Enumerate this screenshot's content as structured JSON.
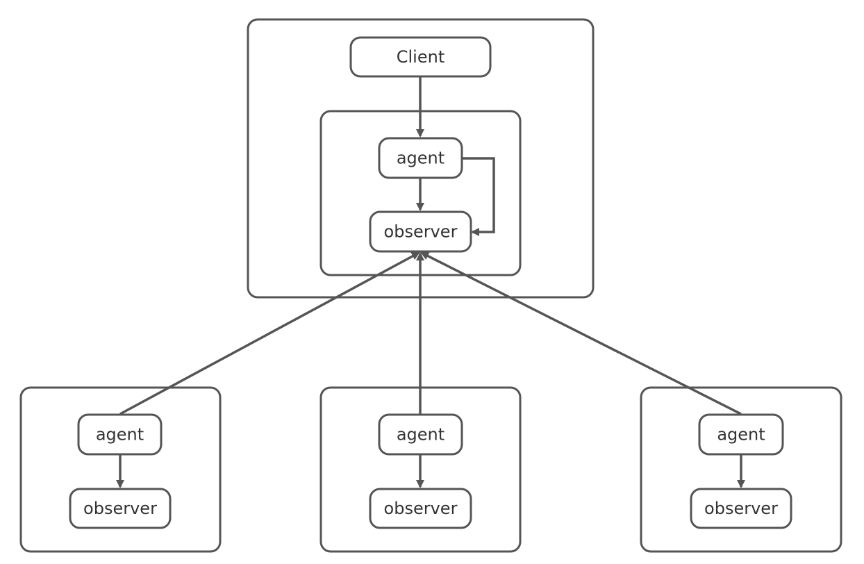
{
  "diagram": {
    "nodes": {
      "client": "Client",
      "main_agent": "agent",
      "main_observer": "observer",
      "left_agent": "agent",
      "left_observer": "observer",
      "center_agent": "agent",
      "center_observer": "observer",
      "right_agent": "agent",
      "right_observer": "observer"
    },
    "edges": [
      {
        "from": "client",
        "to": "main_agent"
      },
      {
        "from": "main_agent",
        "to": "main_observer"
      },
      {
        "from": "main_agent",
        "to": "main_observer",
        "route": "elbow-right"
      },
      {
        "from": "left_agent",
        "to": "left_observer"
      },
      {
        "from": "center_agent",
        "to": "center_observer"
      },
      {
        "from": "right_agent",
        "to": "right_observer"
      },
      {
        "from": "left_agent",
        "to": "main_observer"
      },
      {
        "from": "center_agent",
        "to": "main_observer"
      },
      {
        "from": "right_agent",
        "to": "main_observer"
      }
    ],
    "colors": {
      "stroke": "#555555",
      "text": "#333333",
      "background": "#ffffff"
    }
  }
}
